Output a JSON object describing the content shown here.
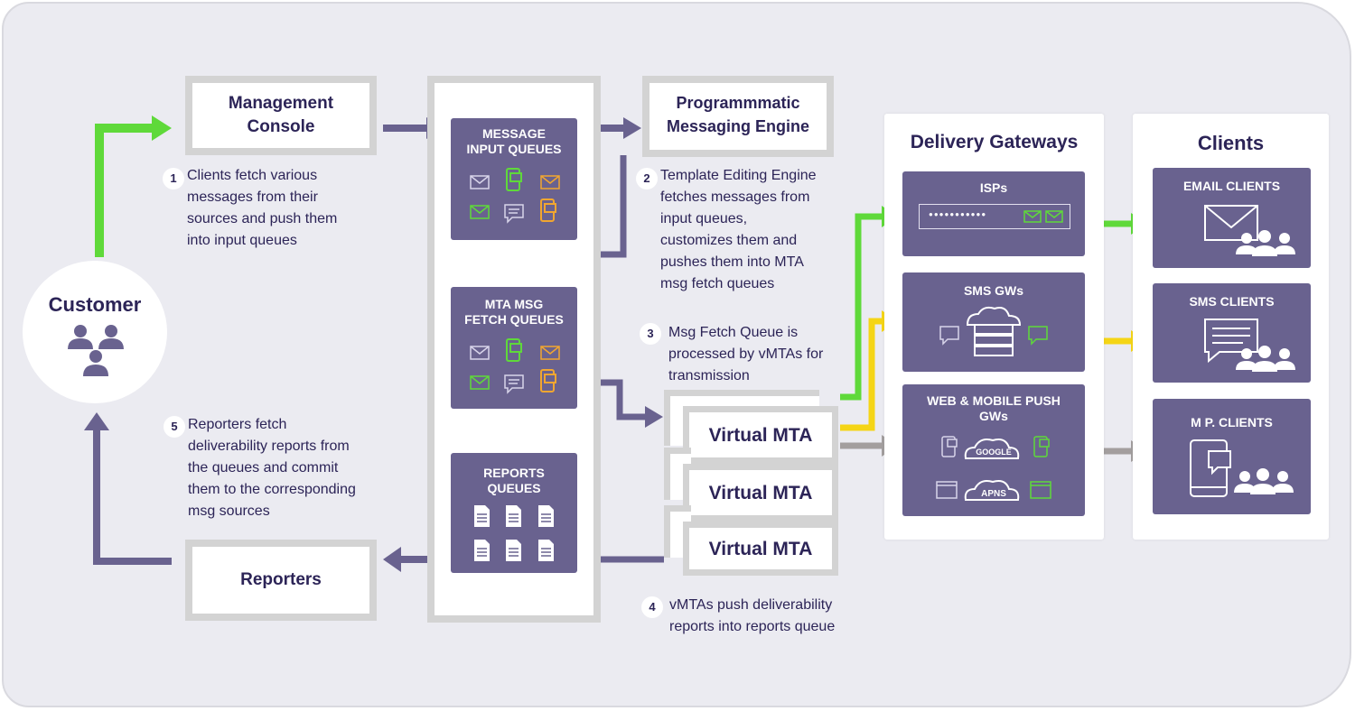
{
  "customer": {
    "label": "Customer"
  },
  "management_console": {
    "label_line1": "Management",
    "label_line2": "Console"
  },
  "programmatic_engine": {
    "label_line1": "Programmmatic",
    "label_line2": "Messaging Engine"
  },
  "reporters": {
    "label": "Reporters"
  },
  "queues": {
    "message_input": {
      "line1": "MESSAGE",
      "line2": "INPUT QUEUES"
    },
    "mta_fetch": {
      "line1": "MTA MSG",
      "line2": "FETCH QUEUES"
    },
    "reports": {
      "line1": "REPORTS",
      "line2": "QUEUES"
    }
  },
  "virtual_mta": {
    "labels": [
      "Virtual MTA",
      "Virtual MTA",
      "Virtual MTA"
    ]
  },
  "delivery_gateways": {
    "title": "Delivery Gateways",
    "isps": "ISPs",
    "isps_dots": "●●●●●●●●●●●",
    "sms": "SMS GWs",
    "push_line1": "WEB & MOBILE PUSH",
    "push_line2": "GWs",
    "google": "GOOGLE",
    "apns": "APNS"
  },
  "clients": {
    "title": "Clients",
    "email": "EMAIL CLIENTS",
    "sms": "SMS CLIENTS",
    "mp": "M P. CLIENTS"
  },
  "steps": [
    {
      "num": "1",
      "lines": [
        "Clients fetch various",
        "messages from their",
        "sources and push them",
        "into input queues"
      ]
    },
    {
      "num": "2",
      "lines": [
        "Template Editing Engine",
        "fetches messages from",
        "input queues,",
        "customizes them and",
        "pushes them into MTA",
        "msg fetch queues"
      ]
    },
    {
      "num": "3",
      "lines": [
        "Msg Fetch Queue is",
        "processed by vMTAs for",
        "transmission"
      ]
    },
    {
      "num": "4",
      "lines": [
        "vMTAs push deliverability",
        "reports into reports queue"
      ]
    },
    {
      "num": "5",
      "lines": [
        "Reporters fetch",
        "deliverability reports from",
        "the queues and commit",
        "them to the corresponding",
        "msg sources"
      ]
    }
  ],
  "colors": {
    "purple": "#69628f",
    "navy": "#2c2457",
    "green": "#5fd93a",
    "yellow": "#f5d516",
    "gray_arrow": "#a39e9e",
    "orange_icon": "#f1a630",
    "background": "#ebebf1"
  }
}
